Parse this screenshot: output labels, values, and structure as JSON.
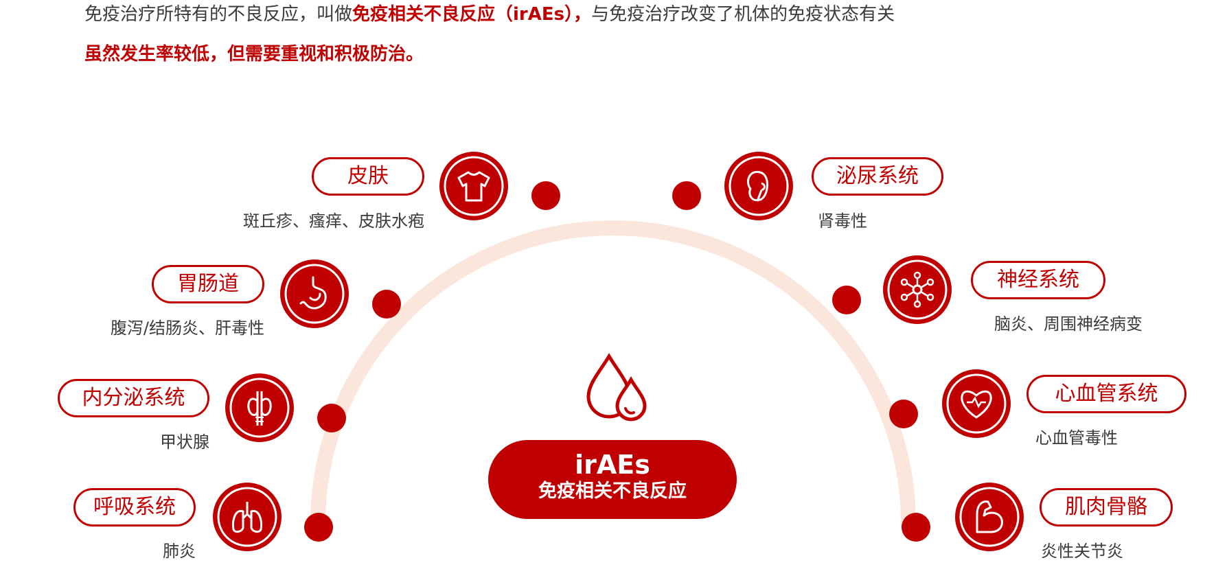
{
  "intro": {
    "line1_prefix": "免疫治疗所特有的不良反应，叫做",
    "line1_emphasis": "免疫相关不良反应（irAEs），",
    "line1_suffix": "与免疫治疗改变了机体的免疫状态有关",
    "line2": "虽然发生率较低，但需要重视和积极防治。"
  },
  "center": {
    "title": "irAEs",
    "subtitle": "免疫相关不良反应",
    "icon": "blood-drops-icon"
  },
  "systems": [
    {
      "id": "skin",
      "label": "皮肤",
      "detail": "斑丘疹、瘙痒、皮肤水疱",
      "icon": "shirt-icon"
    },
    {
      "id": "gi",
      "label": "胃肠道",
      "detail": "腹泻/结肠炎、肝毒性",
      "icon": "stomach-icon"
    },
    {
      "id": "endocrine",
      "label": "内分泌系统",
      "detail": "甲状腺",
      "icon": "thyroid-icon"
    },
    {
      "id": "respiratory",
      "label": "呼吸系统",
      "detail": "肺炎",
      "icon": "lungs-icon"
    },
    {
      "id": "urinary",
      "label": "泌尿系统",
      "detail": "肾毒性",
      "icon": "kidney-icon"
    },
    {
      "id": "nervous",
      "label": "神经系统",
      "detail": "脑炎、周围神经病变",
      "icon": "neuron-icon"
    },
    {
      "id": "cardio",
      "label": "心血管系统",
      "detail": "心血管毒性",
      "icon": "heart-icon"
    },
    {
      "id": "musculo",
      "label": "肌肉骨骼",
      "detail": "炎性关节炎",
      "icon": "muscle-arm-icon"
    }
  ],
  "colors": {
    "accent": "#c00000",
    "arc": "#fbe6dc",
    "text": "#3a3a3a"
  }
}
